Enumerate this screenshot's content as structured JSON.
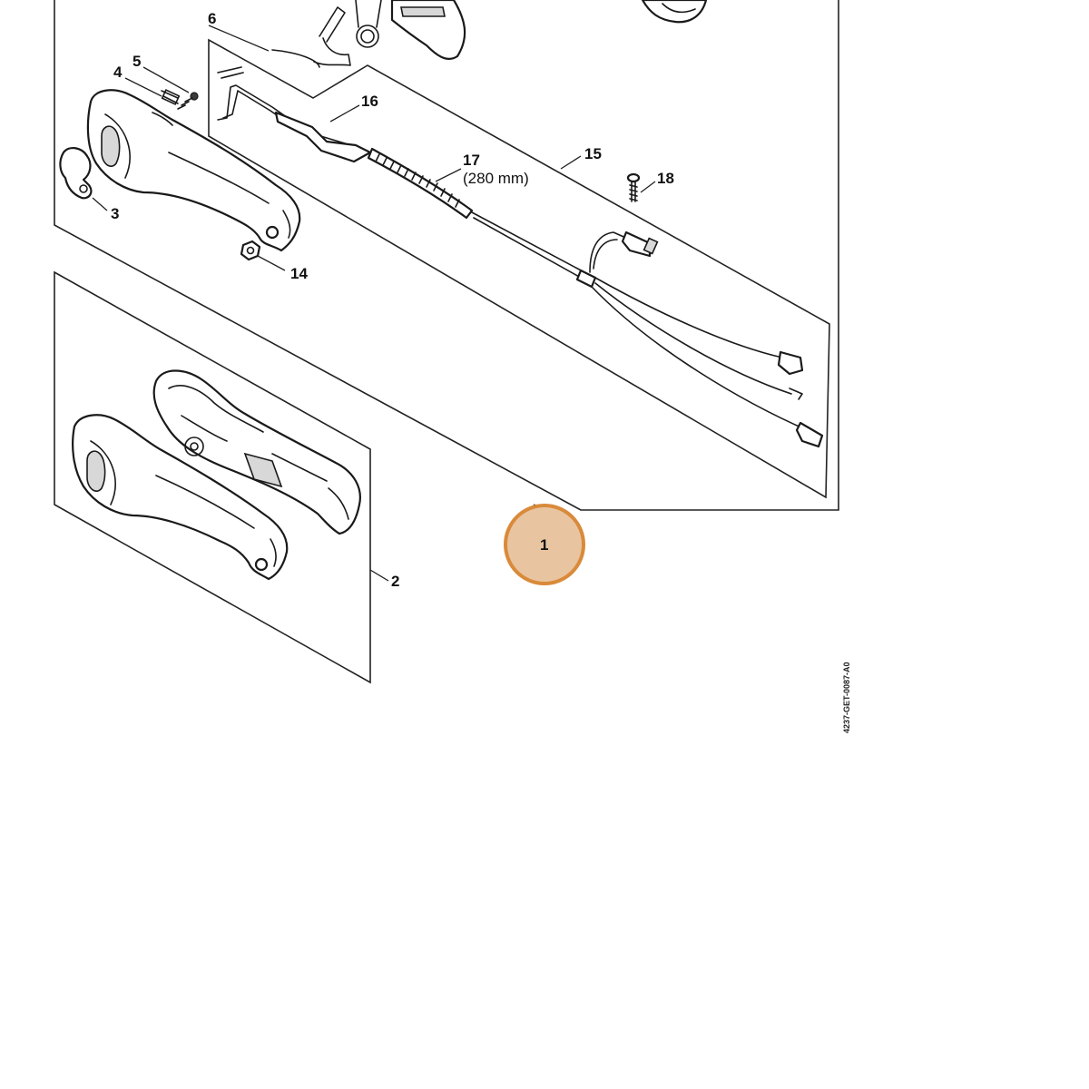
{
  "callouts": {
    "c1": "1",
    "c2": "2",
    "c3": "3",
    "c4": "4",
    "c5": "5",
    "c6": "6",
    "c14": "14",
    "c15": "15",
    "c16": "16",
    "c17": "17",
    "c17_note": "(280 mm)",
    "c18": "18"
  },
  "document_id": "4237-GET-0087-A0",
  "colors": {
    "highlight_fill": "#E9C4A0",
    "highlight_stroke": "#D98A3A",
    "line": "#1a1a1a"
  }
}
